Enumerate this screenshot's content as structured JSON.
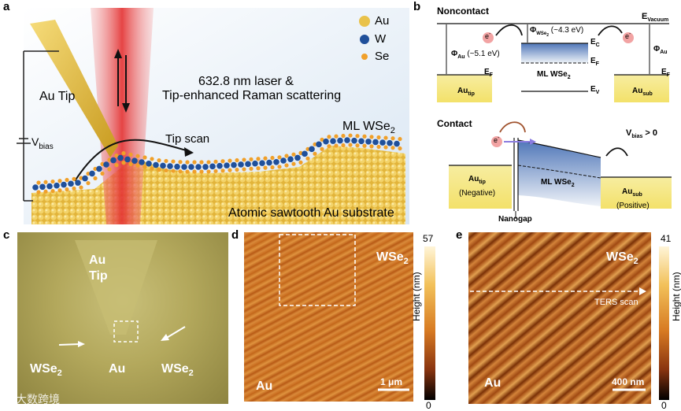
{
  "panels": {
    "a": {
      "letter": "a",
      "legend": [
        {
          "label": "Au",
          "color": "#e9c24a"
        },
        {
          "label": "W",
          "color": "#1f4f9a"
        },
        {
          "label": "Se",
          "color": "#f0a02a"
        }
      ],
      "tip_label": "Au Tip",
      "laser_line1": "632.8 nm laser &",
      "laser_line2": "Tip-enhanced Raman scattering",
      "tip_scan": "Tip scan",
      "ml_label": "ML WSe",
      "ml_sub": "2",
      "vbias": "V",
      "vbias_sub": "bias",
      "substrate": "Atomic sawtooth Au substrate"
    },
    "b": {
      "letter": "b",
      "noncontact_title": "Noncontact",
      "contact_title": "Contact",
      "evac": "E",
      "evac_sub": "Vacuum",
      "phi_au": "Φ",
      "phi_au_sub": "Au",
      "phi_au_val": "(~5.1 eV)",
      "phi_wse2": "Φ",
      "phi_wse2_sub": "WSe",
      "phi_wse2_subsub": "2",
      "phi_wse2_val": "(~4.3 eV)",
      "phi_au_right": "Φ",
      "phi_au_right_sub": "Au",
      "ec": "E",
      "ec_sub": "C",
      "ef": "E",
      "ef_sub": "F",
      "ev": "E",
      "ev_sub": "V",
      "au_tip": "Au",
      "au_tip_sub": "tip",
      "au_sub": "Au",
      "au_sub_sub": "sub",
      "ml_wse2": "ML WSe",
      "ml_wse2_sub": "2",
      "electron": "e",
      "electron_sup": "-",
      "vbias_gt": "V",
      "vbias_gt_sub": "bias",
      "vbias_gt_rest": " > 0",
      "negative": "(Negative)",
      "positive": "(Positive)",
      "nanogap": "Nanogap"
    },
    "c": {
      "letter": "c",
      "au": "Au",
      "tip": "Tip",
      "wse2_left": "WSe",
      "wse2_left_sub": "2",
      "au_bottom": "Au",
      "wse2_right": "WSe",
      "wse2_right_sub": "2"
    },
    "d": {
      "letter": "d",
      "wse2": "WSe",
      "wse2_sub": "2",
      "au": "Au",
      "scalebar": "1 μm",
      "cbar_max": "57",
      "cbar_min": "0",
      "cbar_label": "Height (nm)"
    },
    "e": {
      "letter": "e",
      "wse2": "WSe",
      "wse2_sub": "2",
      "au": "Au",
      "ters": "TERS scan",
      "scalebar": "400 nm",
      "cbar_max": "41",
      "cbar_min": "0",
      "cbar_label": "Height (nm)"
    }
  },
  "watermark": "大数跨境"
}
